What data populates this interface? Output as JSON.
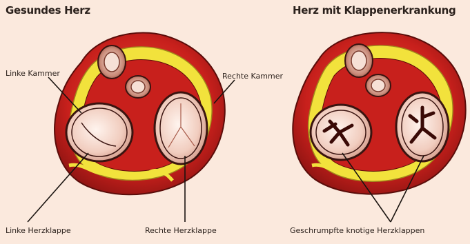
{
  "titles": {
    "left": "Gesundes Herz",
    "right": "Herz mit Klappenerkrankung"
  },
  "labels": {
    "left_chamber": "Linke Kammer",
    "right_chamber": "Rechte Kammer",
    "left_valve": "Linke Herzklappe",
    "right_valve": "Rechte Herzklappe",
    "diseased_valves": "Geschrumpfte knotige Herzklappen"
  },
  "colors": {
    "background": "#fbe9dd",
    "muscle": "#c8201c",
    "fat": "#f2e23c",
    "valve_tissue": "#f6d6cc",
    "scar": "#3a0a06"
  }
}
